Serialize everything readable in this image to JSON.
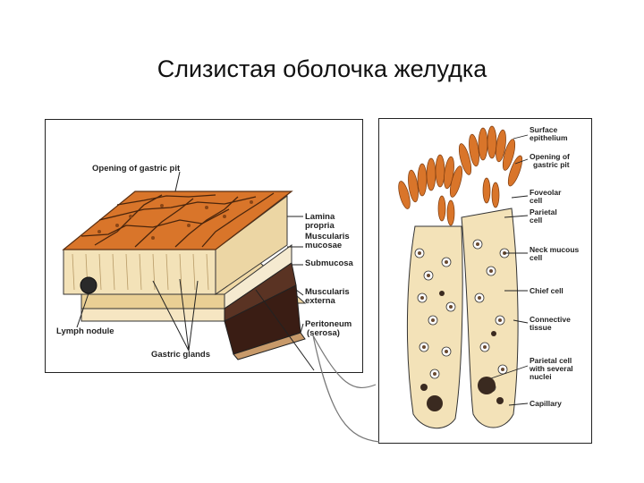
{
  "title": "Слизистая оболочка желудка",
  "left_diagram": {
    "labels": {
      "opening": "Opening of gastric pit",
      "lamina_1": "Lamina",
      "lamina_2": "propria",
      "muscularis_mucosae_1": "Muscularis",
      "muscularis_mucosae_2": "mucosae",
      "submucosa": "Submucosa",
      "muscularis_externa_1": "Muscularis",
      "muscularis_externa_2": "externa",
      "peritoneum_1": "Peritoneum",
      "peritoneum_2": "(serosa)",
      "lymph_nodule": "Lymph nodule",
      "gastric_glands": "Gastric glands"
    }
  },
  "right_diagram": {
    "labels": {
      "surface_1": "Surface",
      "surface_2": "epithelium",
      "opening_1": "Opening of",
      "opening_2": "gastric pit",
      "foveolar_1": "Foveolar",
      "foveolar_2": "cell",
      "parietal_1": "Parietal",
      "parietal_2": "cell",
      "neck_1": "Neck mucous",
      "neck_2": "cell",
      "chief": "Chief cell",
      "connective_1": "Connective",
      "connective_2": "tissue",
      "parietal_nuclei_1": "Parietal cell",
      "parietal_nuclei_2": "with several",
      "parietal_nuclei_3": "nuclei",
      "capillary": "Capillary"
    }
  },
  "colors": {
    "epithelium_orange": "#d9752a",
    "mucosa_cream": "#f3e2b8",
    "muscle_dark": "#4a2b1e",
    "line": "#222222"
  }
}
